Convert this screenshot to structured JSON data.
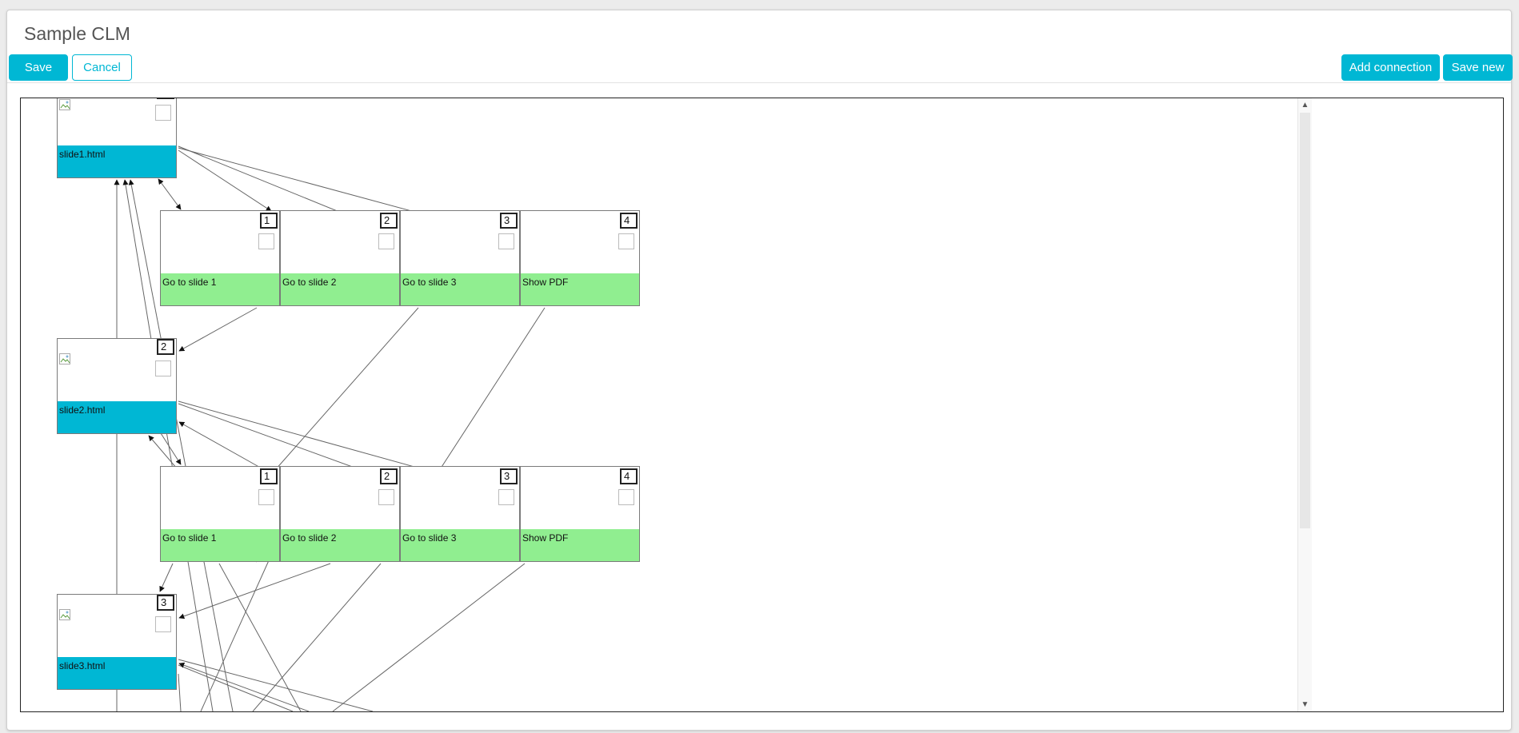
{
  "page": {
    "title": "Sample CLM"
  },
  "toolbar": {
    "save_label": "Save",
    "cancel_label": "Cancel",
    "add_connection_label": "Add connection",
    "save_new_label": "Save new"
  },
  "colors": {
    "accent": "#00b7d4",
    "action_fill": "#90ee90"
  },
  "slides": [
    {
      "label": "slide1.html",
      "number": ""
    },
    {
      "label": "slide2.html",
      "number": "2"
    },
    {
      "label": "slide3.html",
      "number": "3"
    }
  ],
  "action_groups": [
    {
      "actions": [
        {
          "number": "1",
          "label": "Go to slide 1"
        },
        {
          "number": "2",
          "label": "Go to slide 2"
        },
        {
          "number": "3",
          "label": "Go to slide 3"
        },
        {
          "number": "4",
          "label": "Show PDF"
        }
      ]
    },
    {
      "actions": [
        {
          "number": "1",
          "label": "Go to slide 1"
        },
        {
          "number": "2",
          "label": "Go to slide 2"
        },
        {
          "number": "3",
          "label": "Go to slide 3"
        },
        {
          "number": "4",
          "label": "Show PDF"
        }
      ]
    }
  ],
  "icons": {
    "broken_image": "broken-image-icon",
    "scroll_up": "chevron-up-icon",
    "scroll_down": "chevron-down-icon"
  }
}
